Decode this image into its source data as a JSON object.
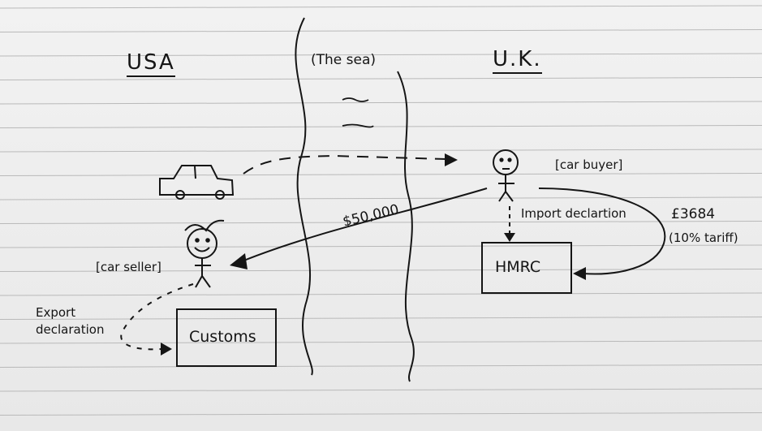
{
  "regions": {
    "usa": "USA",
    "sea": "(The sea)",
    "uk": "U.K."
  },
  "actors": {
    "seller_label": "[car seller]",
    "buyer_label": "[car buyer]"
  },
  "boxes": {
    "customs": "Customs",
    "hmrc": "HMRC"
  },
  "flows": {
    "payment": "$50,000",
    "import_declaration": "Import declartion",
    "export_declaration_line1": "Export",
    "export_declaration_line2": "declaration",
    "tariff_amount": "£3684",
    "tariff_note": "(10% tariff)"
  },
  "colors": {
    "ink": "#151515",
    "rule": "#b9b9b9"
  }
}
